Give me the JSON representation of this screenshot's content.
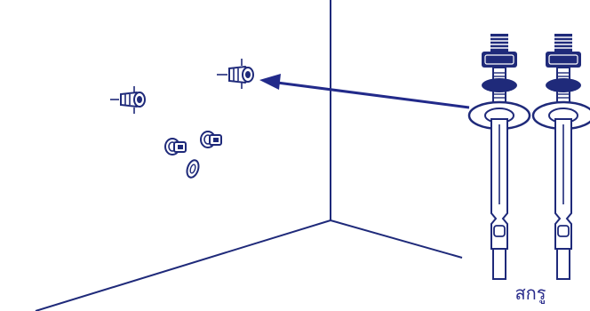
{
  "colors": {
    "ink": "#1f2a7a",
    "accent": "#222a8a",
    "background": "#ffffff"
  },
  "illustration": {
    "caption": "สกรู",
    "bolt_count": 2,
    "wall_bolts": 2,
    "nuts_on_wall": 2,
    "washers_on_wall": 1
  }
}
